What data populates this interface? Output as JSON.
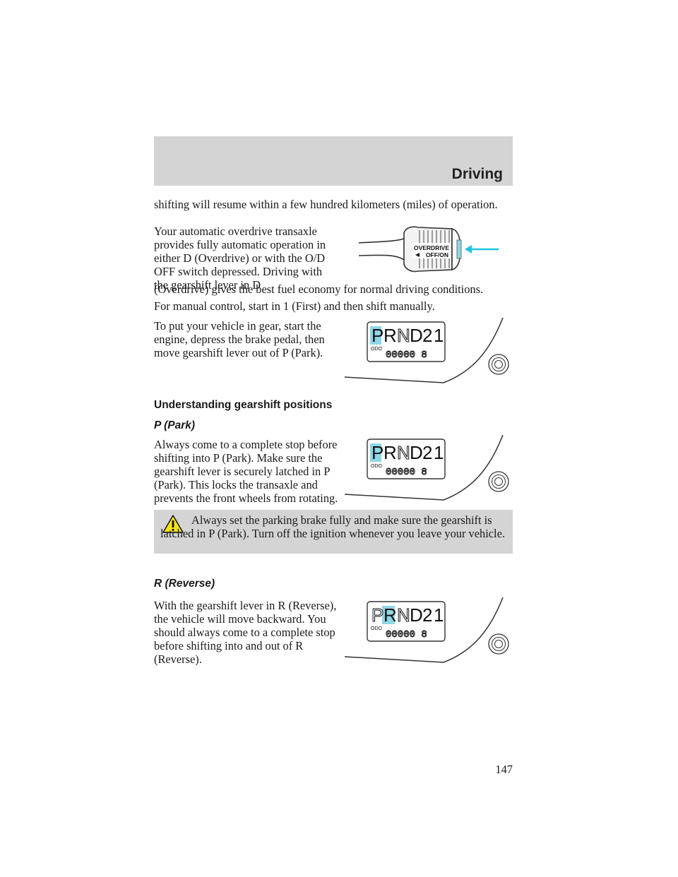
{
  "header": {
    "section_title": "Driving"
  },
  "paragraphs": {
    "p1": "shifting will resume within a few hundred kilometers (miles) of operation.",
    "p2a": "Your automatic overdrive transaxle provides fully automatic operation in either D (Overdrive) or with the O/D OFF switch depressed. Driving with the gearshift lever in D",
    "p2b": "(Overdrive) gives the best fuel economy for normal driving conditions.",
    "p3": "For manual control, start in 1 (First) and then shift manually.",
    "p4": "To put your vehicle in gear, start the engine, depress the brake pedal, then move gearshift lever out of P (Park).",
    "p5": "Always come to a complete stop before shifting into P (Park). Make sure the gearshift lever is securely latched in P (Park). This locks the transaxle and prevents the front wheels from rotating.",
    "p6": "With the gearshift lever in R (Reverse), the vehicle will move backward. You should always come to a complete stop before shifting into and out of R (Reverse)."
  },
  "headings": {
    "understanding": "Understanding gearshift positions",
    "park": "P (Park)",
    "reverse": "R (Reverse)"
  },
  "warning": {
    "text": "Always set the parking brake fully and make sure the gearshift is latched in P (Park). Turn off the ignition whenever you leave your vehicle."
  },
  "overdrive_switch": {
    "label_line1": "OVERDRIVE",
    "label_line2": "OFF/ON"
  },
  "displays": [
    {
      "gears": [
        "P",
        "R",
        "N",
        "D",
        "2",
        "1"
      ],
      "active": "P",
      "odo_label": "ODO",
      "odo_value": "00000 8"
    },
    {
      "gears": [
        "P",
        "R",
        "N",
        "D",
        "2",
        "1"
      ],
      "active": "P",
      "odo_label": "ODO",
      "odo_value": "00000 8"
    },
    {
      "gears": [
        "P",
        "R",
        "N",
        "D",
        "2",
        "1"
      ],
      "active": "R",
      "odo_label": "ODO",
      "odo_value": "00000 8"
    }
  ],
  "colors": {
    "highlight": "#8fd6e6",
    "arrow": "#1fc4e0",
    "panel_gray": "#d4d4d4"
  },
  "page_number": "147"
}
